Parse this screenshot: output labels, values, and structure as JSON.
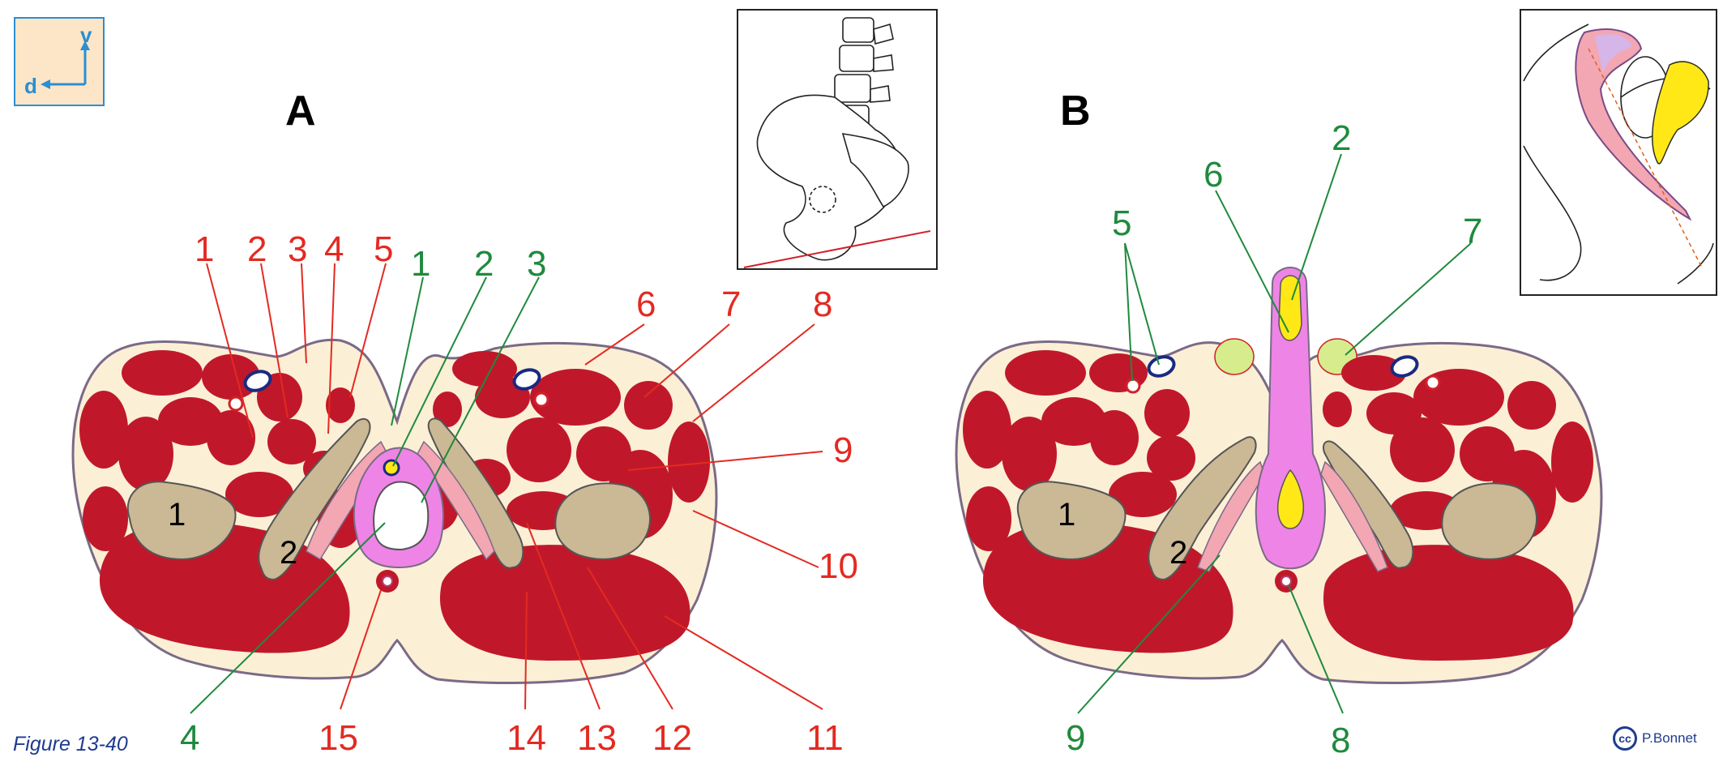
{
  "figure_caption": "Figure 13-40",
  "credit": {
    "cc": "cc",
    "author": "P.Bonnet"
  },
  "orientation": {
    "ventral": "v",
    "dorsal": "d"
  },
  "panels": {
    "A": {
      "title": "A"
    },
    "B": {
      "title": "B"
    }
  },
  "colors": {
    "muscle": "#c0182a",
    "skin": "#fbefd6",
    "outline": "#7a6a86",
    "bone": "#cbb894",
    "mucosa": "#f2a7b3",
    "urethra_pink": "#ee84e6",
    "corpus_yellow": "#ffe816",
    "gland_green": "#d7ec8c",
    "vein_navy": "#1a2a80",
    "red_label": "#e32a22",
    "green_label": "#1f8a3d",
    "black_label": "#000000",
    "orientation_box": "#fde6c7",
    "orientation_arrow": "#2a8fd3"
  },
  "labels": {
    "A_red": [
      "1",
      "2",
      "3",
      "4",
      "5",
      "6",
      "7",
      "8",
      "9",
      "10",
      "11",
      "12",
      "13",
      "14",
      "15"
    ],
    "A_green": [
      "1",
      "2",
      "3",
      "4"
    ],
    "A_bone": [
      "1",
      "2"
    ],
    "B_green": [
      "5",
      "6",
      "2",
      "7",
      "8",
      "9"
    ],
    "B_bone": [
      "1",
      "2"
    ]
  }
}
